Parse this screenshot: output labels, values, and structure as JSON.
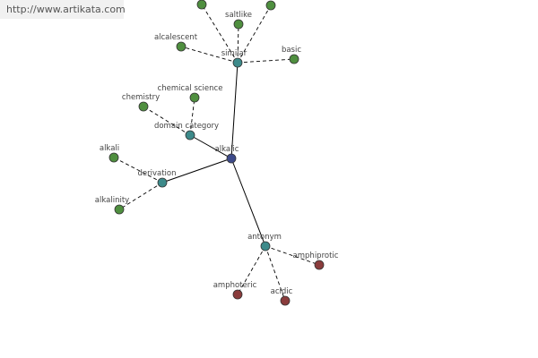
{
  "source": {
    "url": "http://www.artikata.com"
  },
  "graph": {
    "center": "alkalic",
    "nodes": {
      "alkalic": "alkalic",
      "similar": "similar",
      "derivation": "derivation",
      "domain_category": "domain category",
      "antonym": "antonym",
      "saltlike": "saltlike",
      "alcalescent": "alcalescent",
      "basic": "basic",
      "chemical_science": "chemical science",
      "chemistry": "chemistry",
      "alkali": "alkali",
      "alkalinity": "alkalinity",
      "amphiprotic": "amphiprotic",
      "amphoteric": "amphoteric",
      "acidic": "acidic"
    },
    "colors": {
      "center": "#3d4a8a",
      "relation": "#3d8a8a",
      "word": "#4f8f3f",
      "antonym_word": "#8a3c3c"
    }
  }
}
